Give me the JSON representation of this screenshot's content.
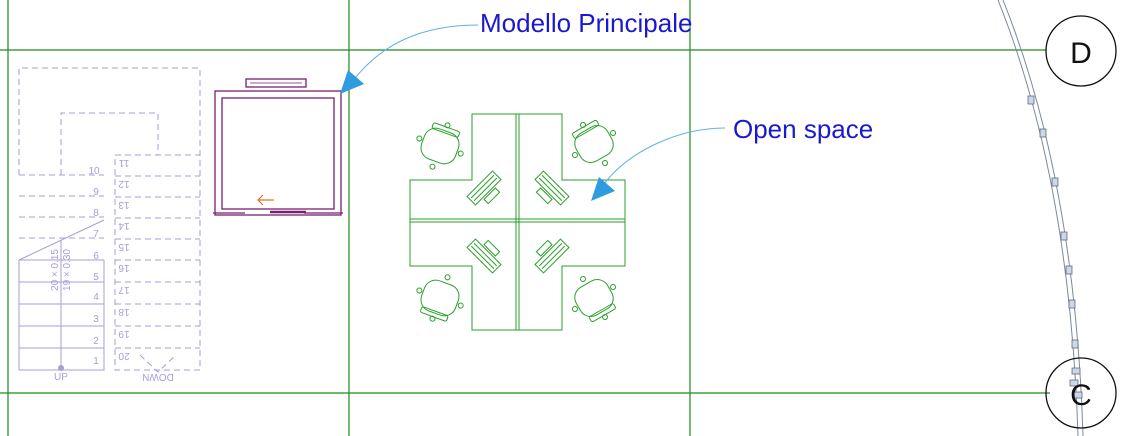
{
  "annotations": {
    "model": "Modello Principale",
    "openspace": "Open space"
  },
  "grid_labels": {
    "d": "D",
    "c": "C"
  },
  "stair": {
    "up_label": "UP",
    "down_label": "DOWN",
    "dim_a": "20 × 0.15",
    "dim_b": "19 × 0.30",
    "up_numbers": [
      "1",
      "2",
      "3",
      "4",
      "5",
      "6",
      "7",
      "8",
      "9",
      "10"
    ],
    "down_numbers": [
      "11",
      "12",
      "13",
      "14",
      "15",
      "16",
      "17",
      "18",
      "19",
      "20"
    ]
  },
  "colors": {
    "grid": "#1f8a1f",
    "annotation": "#1a1acc",
    "leader": "#5fb0ea",
    "stair": "#a99cd8",
    "elevator": "#7a1f6e",
    "furniture": "#2aa02a",
    "curtain": "#7a8a9a"
  }
}
